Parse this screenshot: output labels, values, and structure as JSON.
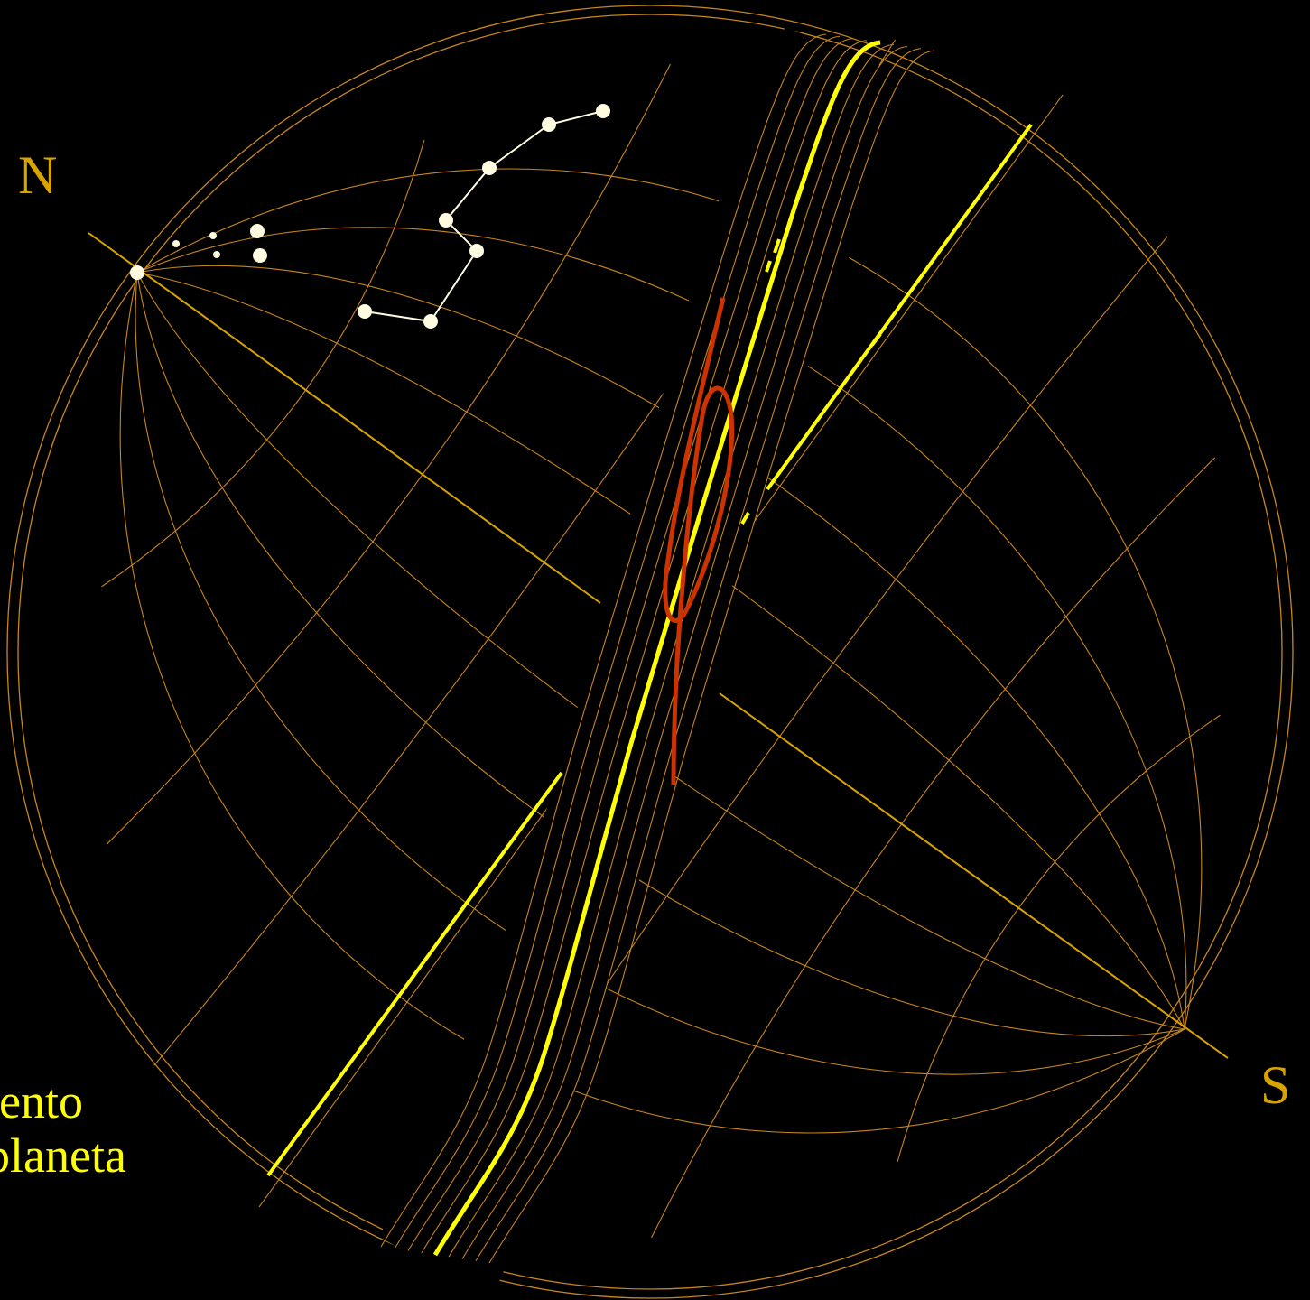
{
  "labels": {
    "north": "N",
    "south": "S"
  },
  "caption": {
    "line1": "iento",
    "line2": "planeta"
  },
  "colors": {
    "background": "#000000",
    "grid": "#c8871a",
    "axis": "#d9a400",
    "ecliptic": "#ffff00",
    "planet_path": "#cc3300",
    "stars": "#fffbe0",
    "pole_labels": "#d9a400",
    "caption": "#ffff00"
  },
  "constellation": {
    "name_shown": false,
    "star_count": 7
  }
}
